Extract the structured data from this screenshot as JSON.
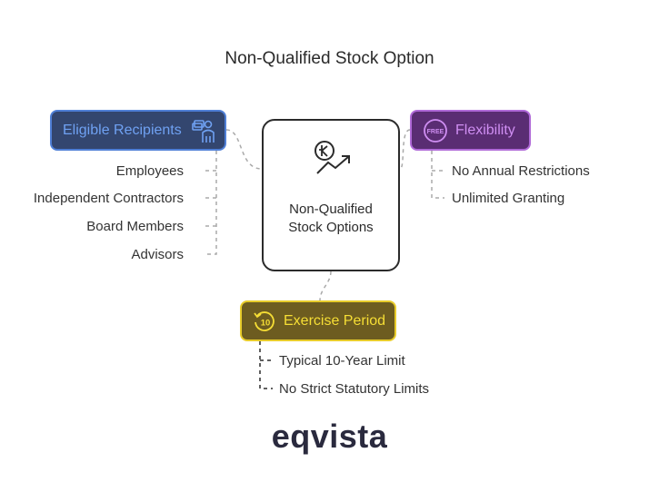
{
  "title": "Non-Qualified Stock Option",
  "center": {
    "label_line1": "Non-Qualified",
    "label_line2": "Stock Options",
    "icon": "currency-growth-icon"
  },
  "eligible": {
    "label": "Eligible Recipients",
    "icon": "people-money-icon",
    "items": [
      "Employees",
      "Independent Contractors",
      "Board Members",
      "Advisors"
    ]
  },
  "flexibility": {
    "label": "Flexibility",
    "icon": "free-badge-icon",
    "icon_text": "FREE",
    "items": [
      "No Annual Restrictions",
      "Unlimited Granting"
    ]
  },
  "exercise": {
    "label": "Exercise Period",
    "icon": "ten-year-cycle-icon",
    "icon_text": "10",
    "items": [
      "Typical 10-Year Limit",
      "No Strict Statutory Limits"
    ]
  },
  "logo": "eqvista",
  "colors": {
    "eligible_fill": "#33466f",
    "eligible_text": "#6fa1f2",
    "flex_fill": "#5a2d73",
    "flex_text": "#cf8ef2",
    "exercise_fill": "#6d5c20",
    "exercise_text": "#f6de35"
  }
}
